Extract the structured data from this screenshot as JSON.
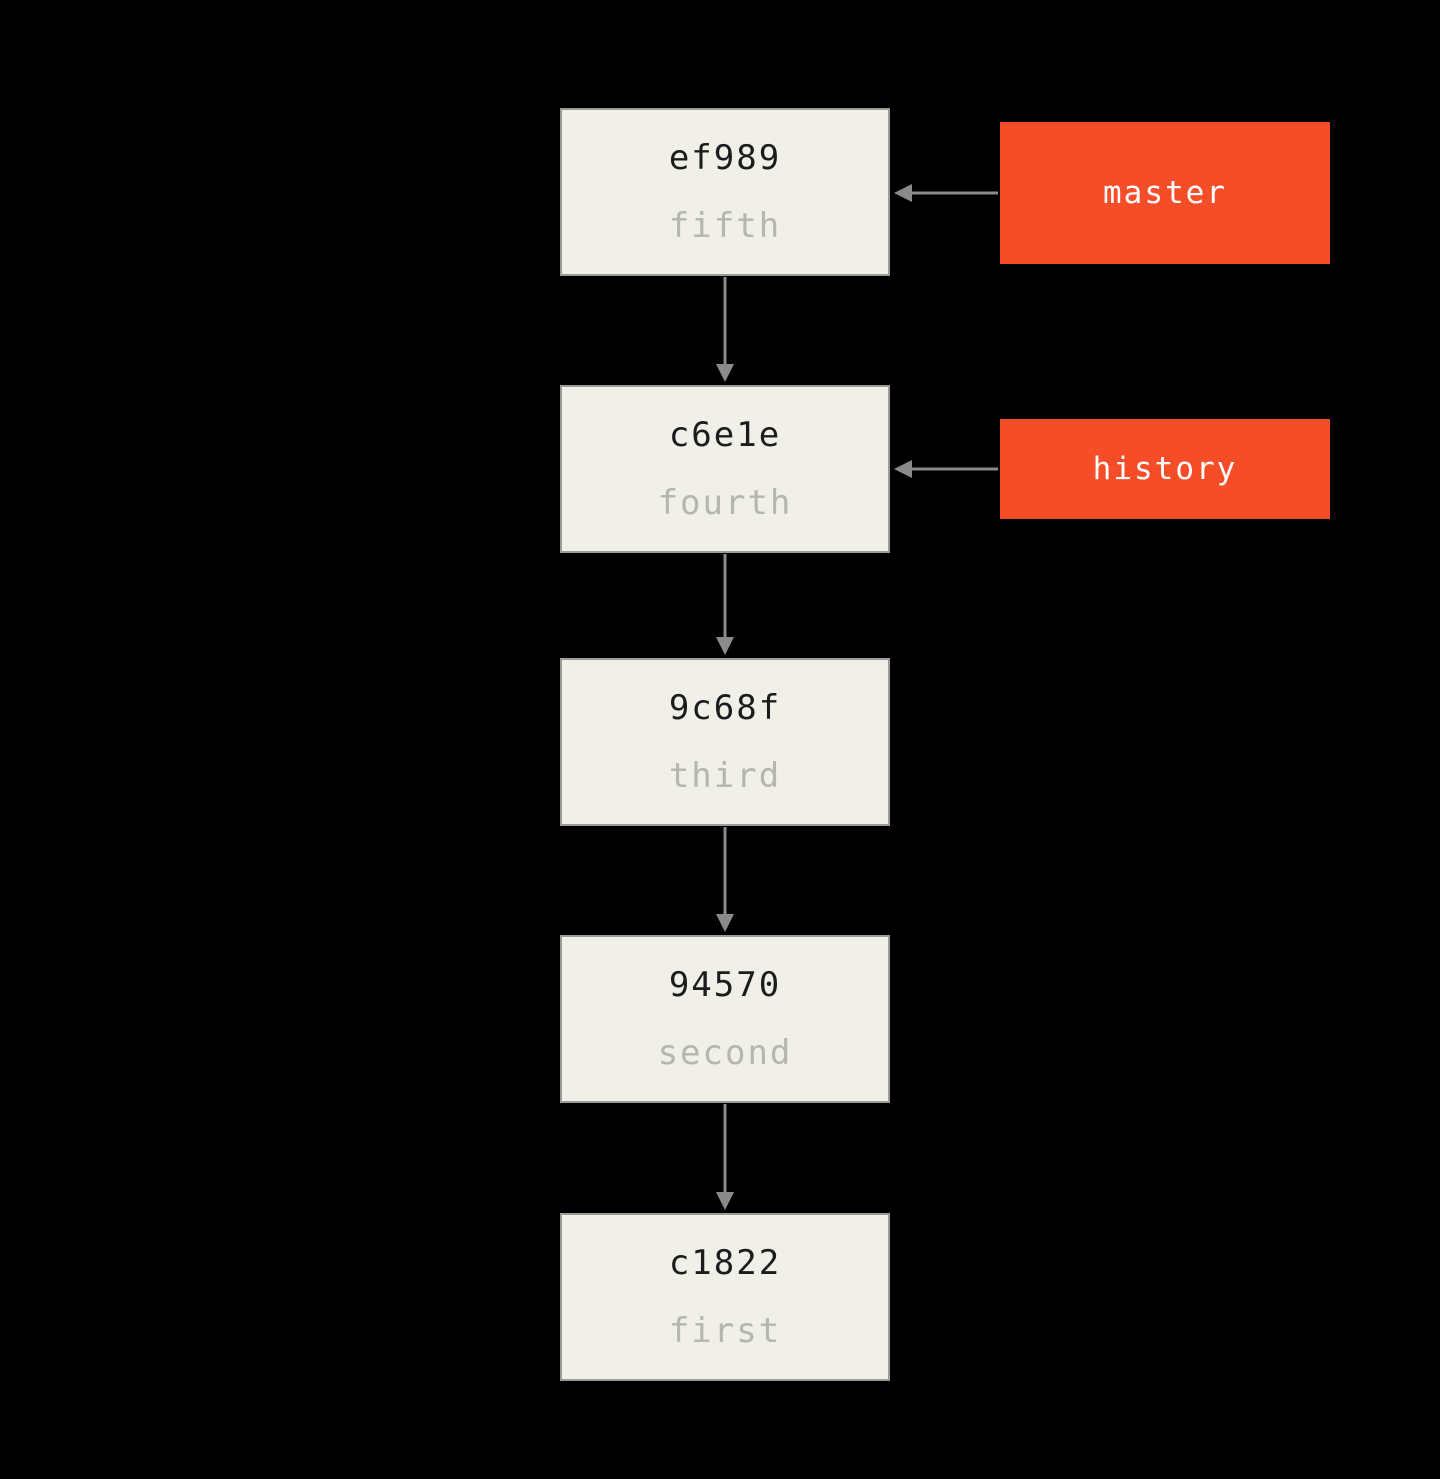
{
  "diagram": {
    "type": "git-commit-history",
    "colors": {
      "background": "#000000",
      "commit_fill": "#f0efe8",
      "commit_border": "#9b9b97",
      "hash_text": "#1c1c1c",
      "message_text": "#b6b6b0",
      "branch_fill": "#f54d27",
      "branch_text": "#ffffff",
      "arrow": "#8a8a8a"
    },
    "commits": [
      {
        "hash": "ef989",
        "message": "fifth"
      },
      {
        "hash": "c6e1e",
        "message": "fourth"
      },
      {
        "hash": "9c68f",
        "message": "third"
      },
      {
        "hash": "94570",
        "message": "second"
      },
      {
        "hash": "c1822",
        "message": "first"
      }
    ],
    "branches": [
      {
        "name": "master",
        "points_to": "ef989"
      },
      {
        "name": "history",
        "points_to": "c6e1e"
      }
    ]
  }
}
